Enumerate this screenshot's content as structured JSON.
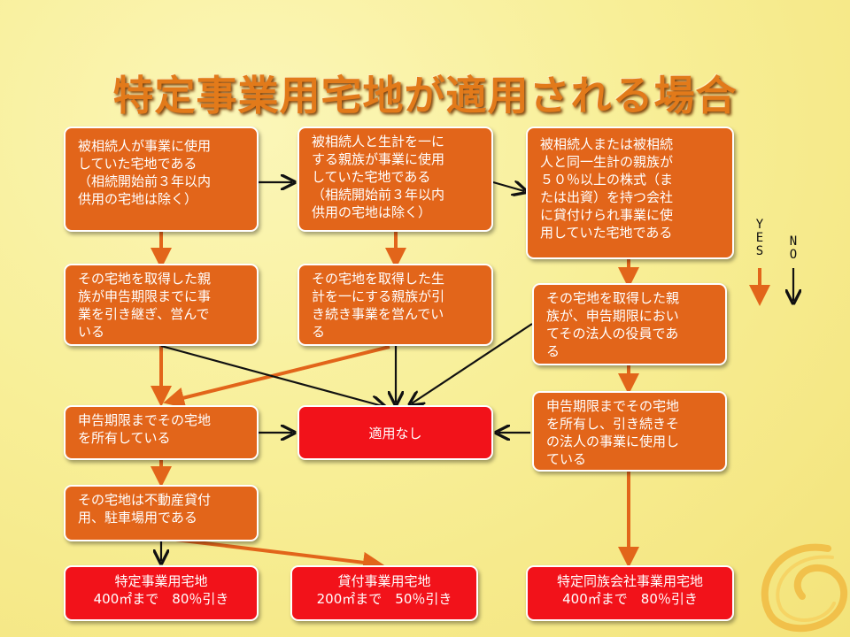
{
  "title": "特定事業用宅地が適用される場合",
  "legend": {
    "yes": "Y\nE\nS",
    "no": "N\nO"
  },
  "colors": {
    "box": "#e2651a",
    "result": "#f2121a",
    "yes_arrow": "#e2651a",
    "no_arrow": "#111111"
  },
  "boxes": {
    "c1_start": "被相続人が事業に使用\nしていた宅地である\n（相続開始前３年以内\n供用の宅地は除く）",
    "c2_start": "被相続人と生計を一に\nする親族が事業に使用\nしていた宅地である\n（相続開始前３年以内\n供用の宅地は除く）",
    "c3_start": "被相続人または被相続\n人と同一生計の親族が\n５０％以上の株式（ま\nたは出資）を持つ会社\nに貸付けられ事業に使\n用していた宅地である",
    "c1_acquire": "その宅地を取得した親\n族が申告期限までに事\n業を引き継ぎ、営んで\nいる",
    "c2_acquire": "その宅地を取得した生\n計を一にする親族が引\nき続き事業を営んでい\nる",
    "c3_acquire": "その宅地を取得した親\n族が、申告期限におい\nてその法人の役員であ\nる",
    "c1_own": "申告期限までその宅地\nを所有している",
    "not_applicable": "適用なし",
    "c3_own": "申告期限までその宅地\nを所有し、引き続きそ\nの法人の事業に使用し\nている",
    "c1_rental": "その宅地は不動産貸付\n用、駐車場用である"
  },
  "results": {
    "specific_business": "特定事業用宅地\n400㎡まで　80％引き",
    "rental_business": "貸付事業用宅地\n200㎡まで　50％引き",
    "specific_company": "特定同族会社事業用宅地\n400㎡まで　80％引き"
  }
}
